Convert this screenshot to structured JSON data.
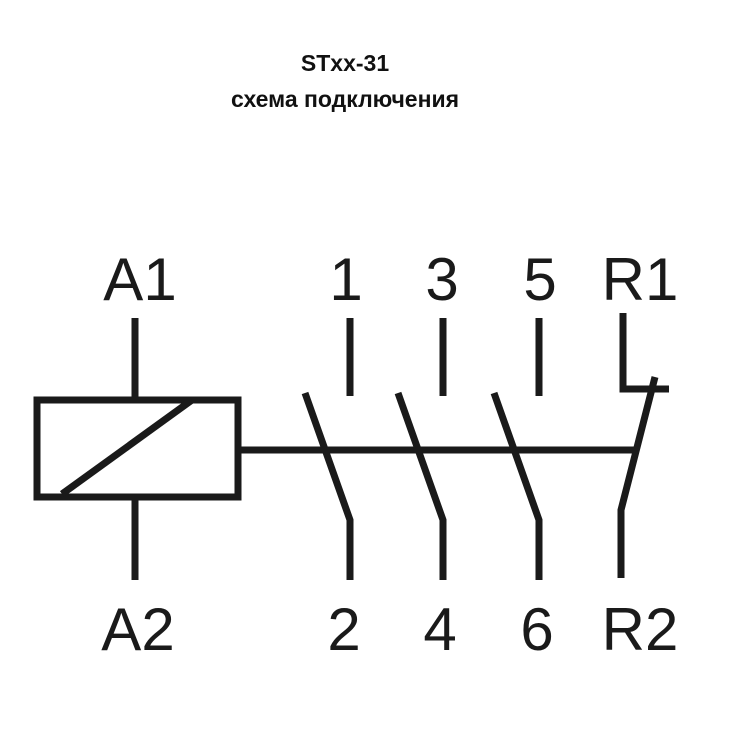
{
  "title": "STxx-31",
  "subtitle": "схема подключения",
  "labels": {
    "coil_top": "A1",
    "coil_bottom": "A2",
    "c1_top": "1",
    "c1_bottom": "2",
    "c2_top": "3",
    "c2_bottom": "4",
    "c3_top": "5",
    "c3_bottom": "6",
    "r_top": "R1",
    "r_bottom": "R2"
  },
  "colors": {
    "line": "#1a1a1a"
  }
}
